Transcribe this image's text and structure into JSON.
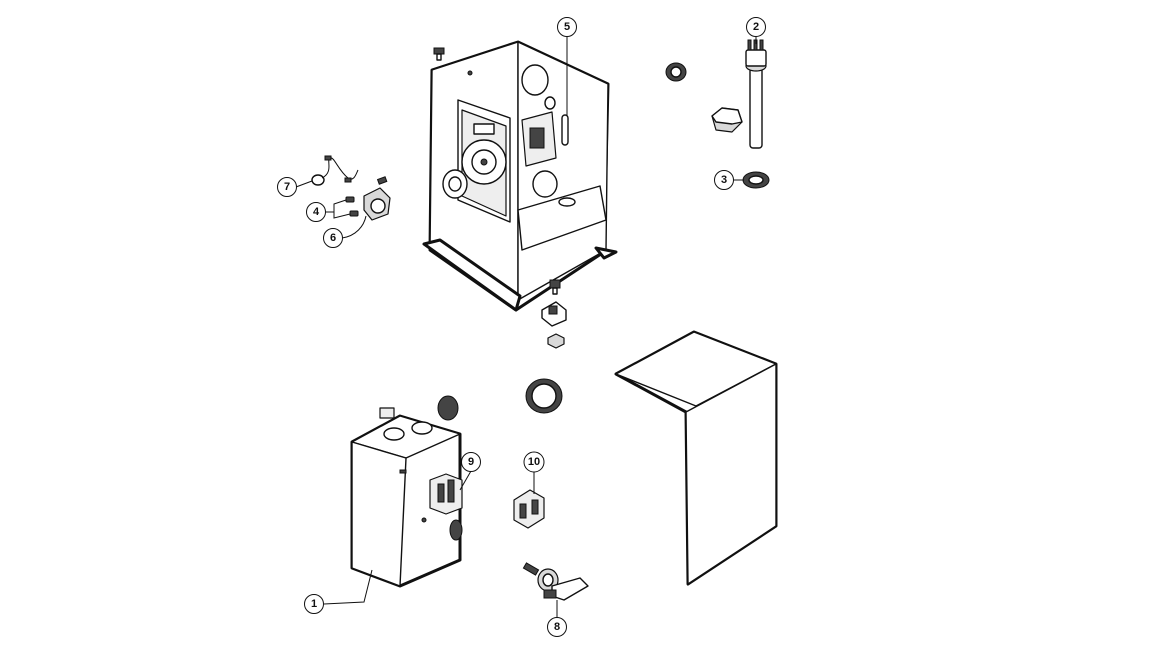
{
  "callouts": [
    {
      "id": "1",
      "label": "1"
    },
    {
      "id": "2",
      "label": "2"
    },
    {
      "id": "3",
      "label": "3"
    },
    {
      "id": "4",
      "label": "4"
    },
    {
      "id": "5",
      "label": "5"
    },
    {
      "id": "6",
      "label": "6"
    },
    {
      "id": "7",
      "label": "7"
    },
    {
      "id": "8",
      "label": "8"
    },
    {
      "id": "9",
      "label": "9"
    },
    {
      "id": "10",
      "label": "10"
    }
  ],
  "colors": {
    "ink": "#111111",
    "shade": "#d9d9d9",
    "background": "#ffffff"
  }
}
